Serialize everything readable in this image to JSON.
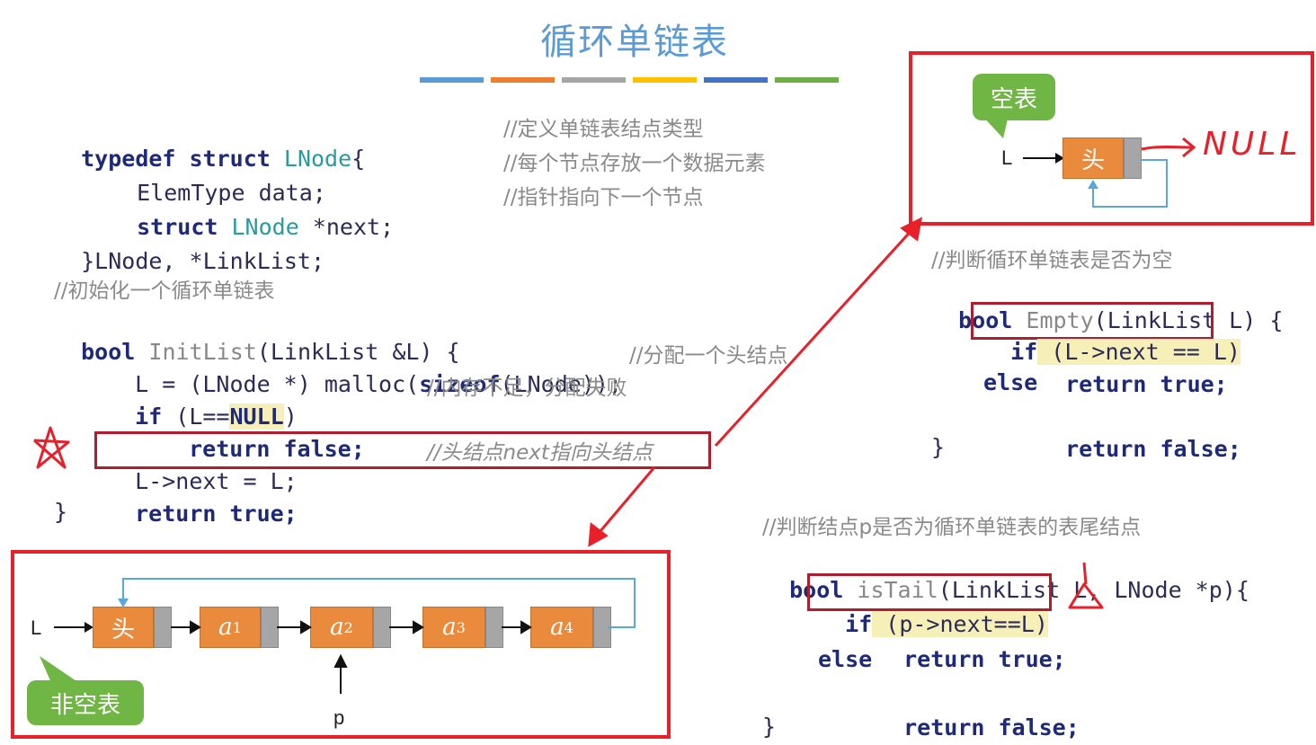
{
  "title": "循环单链表",
  "bar_colors": [
    "#5b9bd5",
    "#ed7d31",
    "#a5a5a5",
    "#ffc000",
    "#4472c4",
    "#70ad47"
  ],
  "typedef_block": {
    "line1": {
      "kw1": "typedef",
      "kw2": "struct",
      "type": "LNode",
      "rest": "{",
      "comment": "//定义单链表结点类型"
    },
    "line2": {
      "text": "ElemType data;",
      "comment": "//每个节点存放一个数据元素"
    },
    "line3": {
      "kw": "struct",
      "type": "LNode",
      "rest": " *next;",
      "comment": "//指针指向下一个节点"
    },
    "line4": {
      "text": "}LNode, *LinkList;"
    }
  },
  "init_block": {
    "comment_header": "//初始化一个循环单链表",
    "sig": {
      "kw": "bool",
      "fn": "InitList",
      "rest": "(LinkList &L) {"
    },
    "malloc": {
      "a": "L = (LNode *) malloc(",
      "kw": "sizeof",
      "b": "(LNode));",
      "comment": "//分配一个头结点"
    },
    "if_null": {
      "kw": "if",
      "a": " (L==",
      "null": "NULL",
      "b": ")",
      "comment": "//内存不足，分配失败"
    },
    "ret_false": {
      "kw": "return",
      "val": " false;"
    },
    "self_link": {
      "code": "L->next = L;",
      "comment": "//头结点next指向头结点"
    },
    "ret_true": {
      "kw": "return",
      "val": " true;"
    },
    "close": "}"
  },
  "empty_block": {
    "comment_header": "//判断循环单链表是否为空",
    "sig": {
      "kw": "bool",
      "fn": "Empty",
      "rest": "(LinkList L) {"
    },
    "if_line": {
      "kw": "if",
      "cond": " (L->next == L)"
    },
    "ret_true": {
      "kw": "return",
      "val": " true;"
    },
    "else": "else",
    "ret_false": {
      "kw": "return",
      "val": " false;"
    },
    "close": "}"
  },
  "tail_block": {
    "comment_header": "//判断结点p是否为循环单链表的表尾结点",
    "sig": {
      "kw": "bool",
      "fn": "isTail",
      "rest": "(LinkList L, LNode *p){"
    },
    "if_line": {
      "kw": "if",
      "cond": " (p->next==L)"
    },
    "ret_true": {
      "kw": "return",
      "val": " true;"
    },
    "else": "else",
    "ret_false": {
      "kw": "return",
      "val": " false;"
    },
    "close": "}"
  },
  "empty_diagram": {
    "bubble": "空表",
    "head_ptr": "L",
    "head_node": "头",
    "null_note": "NULL"
  },
  "nonempty_diagram": {
    "bubble": "非空表",
    "head_ptr": "L",
    "nodes": [
      "头",
      "a",
      "a",
      "a",
      "a"
    ],
    "subscripts": [
      "",
      "1",
      "2",
      "3",
      "4"
    ],
    "pointer_label": "p"
  }
}
